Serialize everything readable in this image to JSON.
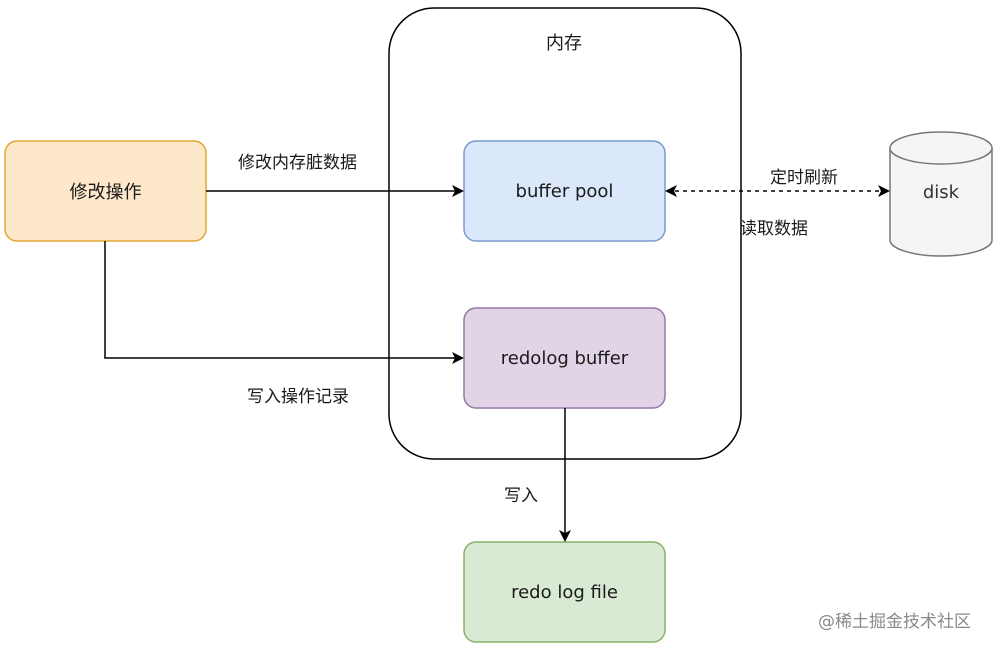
{
  "diagram": {
    "memory_label": "内存",
    "modify_op": "修改操作",
    "buffer_pool": "buffer pool",
    "redolog_buffer": "redolog buffer",
    "redo_log_file": "redo log file",
    "disk": "disk",
    "edge_modify_dirty": "修改内存脏数据",
    "edge_write_record": "写入操作记录",
    "edge_periodic_flush": "定时刷新",
    "edge_read_data": "读取数据",
    "edge_write": "写入"
  },
  "watermark": "@稀土掘金技术社区",
  "colors": {
    "orange_fill": "#fde8c9",
    "orange_stroke": "#e3a534",
    "blue_fill": "#dbe7fa",
    "blue_stroke": "#7a9ccc",
    "purple_fill": "#e2d4e7",
    "purple_stroke": "#9678a6",
    "green_fill": "#d9ead4",
    "green_stroke": "#84b36c",
    "disk_fill": "#f5f5f5",
    "disk_stroke": "#777777"
  }
}
